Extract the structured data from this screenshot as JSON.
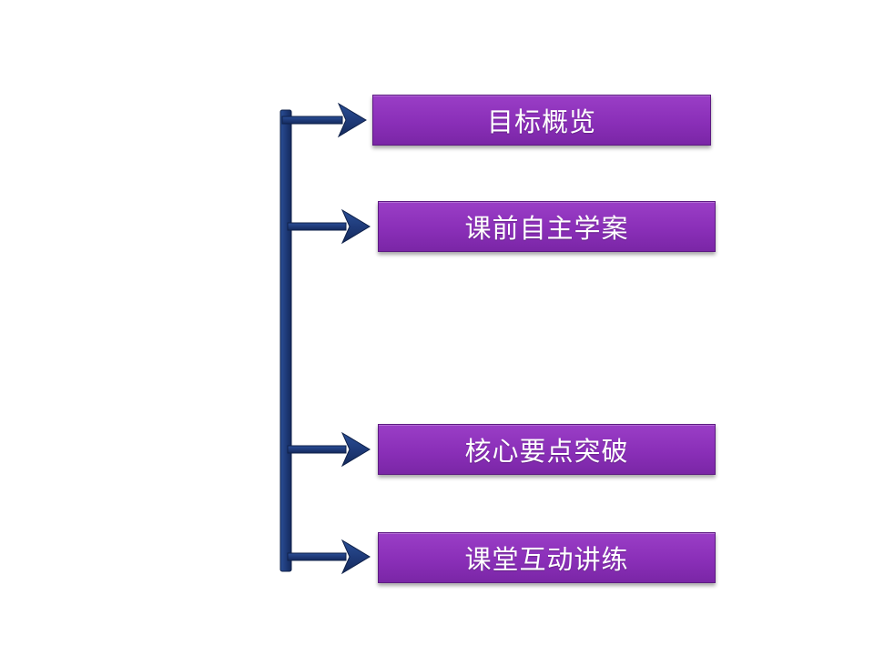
{
  "menu": {
    "items": [
      {
        "label": "目标概览"
      },
      {
        "label": "课前自主学案"
      },
      {
        "label": "核心要点突破"
      },
      {
        "label": "课堂互动讲练"
      }
    ]
  },
  "colors": {
    "box_fill": "#8a2fb8",
    "connector": "#1f3b7a"
  }
}
